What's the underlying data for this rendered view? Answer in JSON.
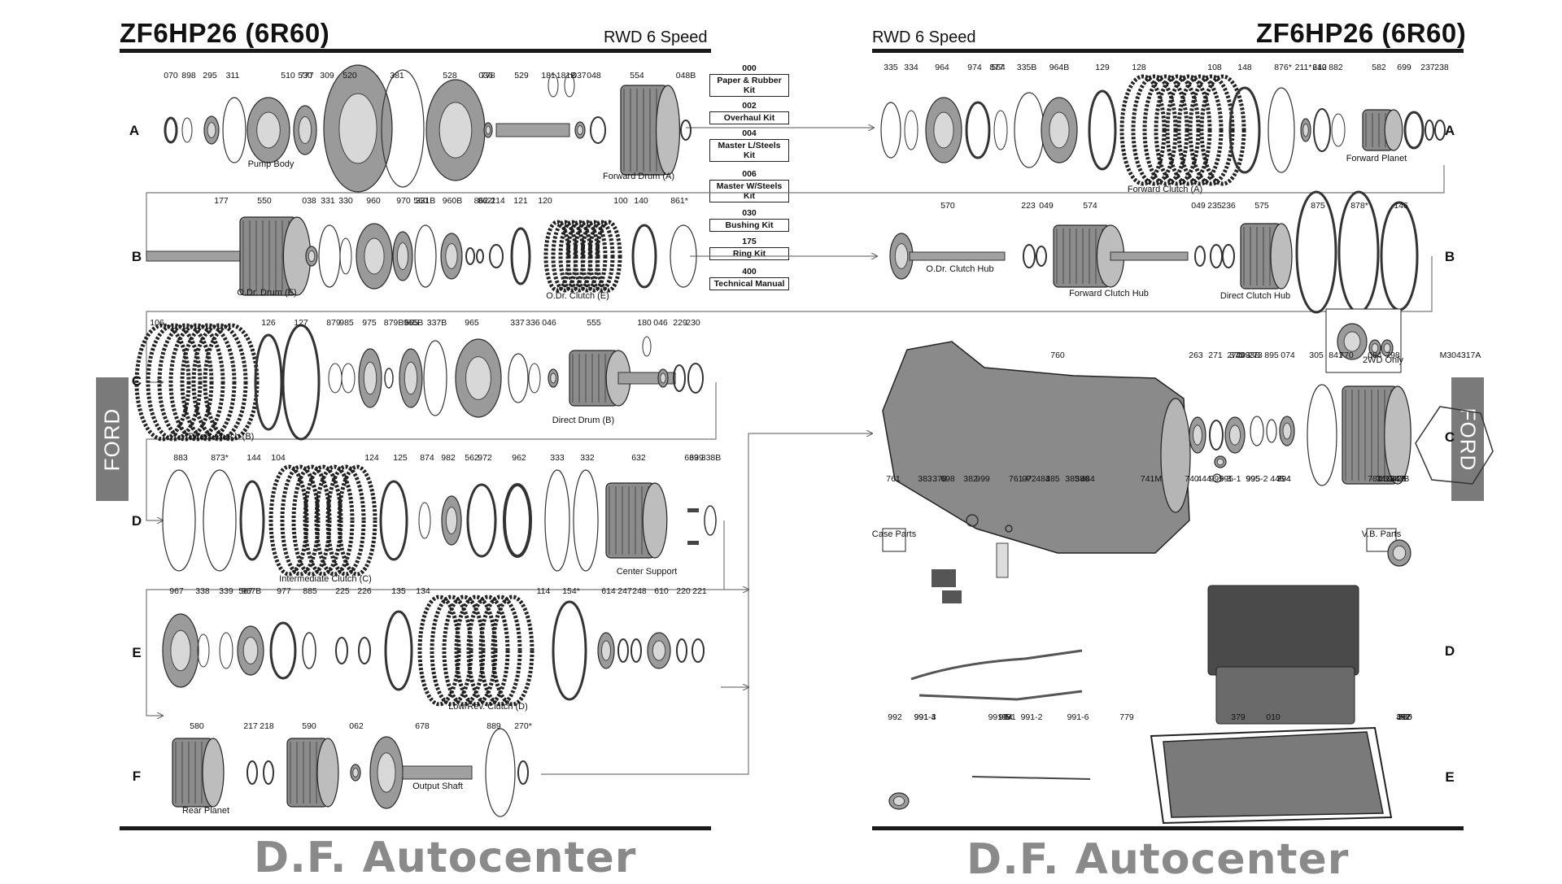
{
  "left_panel": {
    "title": "ZF6HP26 (6R60)",
    "subtitle": "RWD 6 Speed",
    "watermark": "D.F. Autocenter",
    "side_tab": "FORD"
  },
  "right_panel": {
    "title": "ZF6HP26 (6R60)",
    "subtitle": "RWD 6 Speed",
    "watermark": "D.F. Autocenter",
    "side_tab": "FORD"
  },
  "kits": [
    {
      "code": "000",
      "label": "Paper & Rubber Kit"
    },
    {
      "code": "002",
      "label": "Overhaul Kit"
    },
    {
      "code": "004",
      "label": "Master L/Steels Kit"
    },
    {
      "code": "006",
      "label": "Master W/Steels Kit"
    },
    {
      "code": "030",
      "label": "Bushing Kit"
    },
    {
      "code": "175",
      "label": "Ring Kit"
    },
    {
      "code": "400",
      "label": "Technical Manual"
    }
  ],
  "row_letters": {
    "left": [
      "A",
      "B",
      "C",
      "D",
      "E",
      "F"
    ],
    "right": [
      "A",
      "B",
      "C",
      "D",
      "E"
    ]
  },
  "part_numbers": {
    "left_A": [
      "070",
      "898",
      "295",
      "311",
      "510",
      "530",
      "520",
      "381",
      "528",
      "036",
      "529",
      "181",
      "181B",
      "037",
      "048",
      "554",
      "048B",
      "777",
      "309",
      "778"
    ],
    "left_B": [
      "177",
      "550",
      "038",
      "331",
      "330",
      "560",
      "960",
      "970",
      "331B",
      "960B",
      "862-1",
      "862",
      "214",
      "121",
      "120",
      "100",
      "140",
      "861*"
    ],
    "left_C": [
      "106",
      "126",
      "127",
      "565",
      "879",
      "985",
      "975",
      "965B",
      "879B",
      "337B",
      "965",
      "337",
      "336",
      "046",
      "555",
      "180",
      "046",
      "229",
      "230"
    ],
    "left_D": [
      "883",
      "873*",
      "144",
      "104",
      "124",
      "125",
      "562",
      "874",
      "982",
      "972",
      "962",
      "333",
      "332",
      "632",
      "338B",
      "639",
      "639"
    ],
    "left_E": [
      "567",
      "967",
      "338",
      "339",
      "967B",
      "977",
      "885",
      "225",
      "226",
      "135",
      "134",
      "114",
      "154*",
      "614",
      "247",
      "248",
      "610",
      "220",
      "221"
    ],
    "left_F": [
      "580",
      "217",
      "218",
      "590",
      "062",
      "678",
      "889",
      "270*"
    ],
    "right_A": [
      "335",
      "334",
      "564",
      "964",
      "974",
      "877",
      "335B",
      "964B",
      "129",
      "128",
      "108",
      "148",
      "876*",
      "211*",
      "240",
      "612",
      "882",
      "582",
      "699",
      "237",
      "238"
    ],
    "right_B": [
      "570",
      "223",
      "049",
      "574",
      "049",
      "235",
      "236",
      "575",
      "875",
      "878*",
      "146"
    ],
    "right_C": [
      "760",
      "841",
      "084",
      "798",
      "305",
      "770",
      "263",
      "271",
      "272",
      "273",
      "895",
      "074",
      "493",
      "371",
      "493B",
      "M304317A"
    ],
    "right_D": [
      "761",
      "378",
      "072",
      "382",
      "383",
      "698",
      "761-P",
      "385",
      "484",
      "484",
      "386",
      "385",
      "995",
      "995-3",
      "995-2",
      "394",
      "794",
      "995-1",
      "781",
      "347B",
      "347",
      "444",
      "446",
      "741",
      "999",
      "741M",
      "740",
      "459",
      "420"
    ],
    "right_E": [
      "991",
      "991-3",
      "991-5",
      "991-2",
      "991-4",
      "991-6",
      "992",
      "994",
      "379",
      "010",
      "300",
      "765",
      "779",
      "387",
      "492"
    ]
  },
  "component_labels": {
    "pump_body": "Pump Body",
    "forward_drum": "Forward Drum (A)",
    "odr_drum": "O.Dr. Drum (E)",
    "odr_clutch": "O.Dr. Clutch (E)",
    "direct_clutch_b": "Direct Clutch (B)",
    "direct_drum": "Direct Drum (B)",
    "intermediate_clutch": "Intermediate Clutch (C)",
    "center_support": "Center Support",
    "low_rev_clutch": "Low/Rev. Clutch (D)",
    "rear_planet": "Rear Planet",
    "output_shaft": "Output Shaft",
    "forward_clutch": "Forward Clutch (A)",
    "forward_planet": "Forward Planet",
    "odr_clutch_hub": "O.Dr. Clutch Hub",
    "forward_clutch_hub": "Forward Clutch Hub",
    "direct_clutch_hub": "Direct Clutch Hub",
    "two_wd_only": "2WD Only",
    "case_parts": "Case Parts",
    "vb_parts": "V.B. Parts"
  }
}
